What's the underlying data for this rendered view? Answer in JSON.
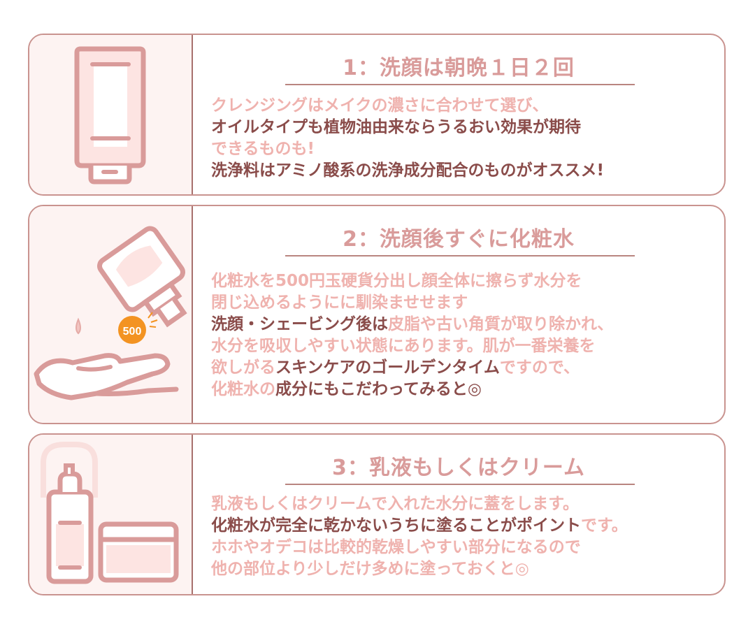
{
  "sections": [
    {
      "title": "1：洗顔は朝晩１日２回",
      "icon": "cleansing-tube-icon",
      "lines": [
        [
          "クレンジングはメイクの濃さに合わせて選び、"
        ],
        [
          "オイルタイプも植物油由来ならうるおい効果が期待"
        ],
        [
          "できるものも!"
        ],
        [
          "洗浄料はアミノ酸系の洗浄成分配合のものがオススメ!"
        ]
      ]
    },
    {
      "title": "2：洗顔後すぐに化粧水",
      "icon": "toner-bottle-pouring-icon",
      "coin_label": "500",
      "lines": [
        [
          "化粧水を500円玉硬貨分出し顔全体に擦らず水分を"
        ],
        [
          "閉じ込めるようにに馴染ませせます"
        ],
        [
          "洗顔・シェービング後は",
          "皮脂や古い角質が取り除かれ、"
        ],
        [
          "水分を吸収しやすい状態にあります。肌が一番栄養を"
        ],
        [
          "欲しがる",
          "スキンケアのゴールデンタイム",
          "ですので、"
        ],
        [
          "化粧水の",
          "成分にもこだわってみると◎"
        ]
      ]
    },
    {
      "title": "3：乳液もしくはクリーム",
      "icon": "lotion-pump-and-cream-jar-icon",
      "lines": [
        [
          "乳液もしくはクリームで入れた水分に蓋をします。"
        ],
        [
          "化粧水が完全に乾かないうちに塗ることがポイント",
          "です。"
        ],
        [
          "ホホやオデコは比較的乾燥しやすい部分になるので"
        ],
        [
          "他の部位より少しだけ多めに塗っておくと◎"
        ]
      ]
    }
  ],
  "colors": {
    "border": "#c9938f",
    "icon_stroke": "#d99b9a",
    "dark_text": "#8a4c4a",
    "light_text": "#efb2ae",
    "coin": "#f39322"
  }
}
